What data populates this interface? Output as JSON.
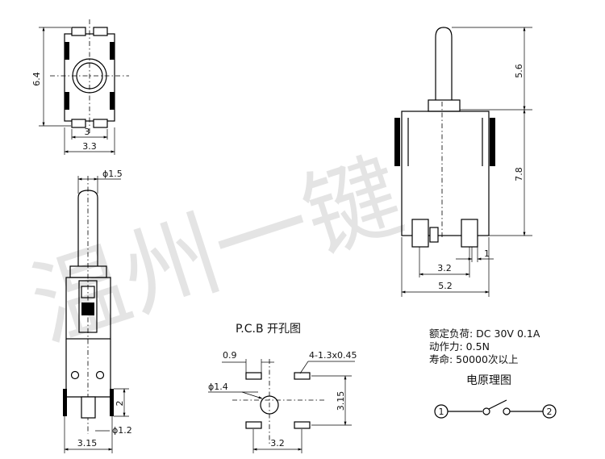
{
  "watermark": "温州一键",
  "front_view": {
    "dims": {
      "height": "6.4",
      "inner_width": "3",
      "outer_width": "3.3"
    }
  },
  "side_view": {
    "dims": {
      "lever_dia": "ϕ1.5",
      "pin_dia": "ϕ1.2",
      "pin_pitch": "3.15",
      "pin_len": "2"
    }
  },
  "right_view": {
    "dims": {
      "lever_len": "5.6",
      "body_h": "7.8",
      "pin_w": "1",
      "pin_span": "3.2",
      "overall_w": "5.2"
    }
  },
  "pcb": {
    "title": "P.C.B 开孔图",
    "dims": {
      "slot_gap": "0.9",
      "slots": "4-1.3x0.45",
      "hole": "ϕ1.4",
      "height": "3.15",
      "width": "3.2"
    }
  },
  "specs": [
    "额定负荷: DC 30V 0.1A",
    "动作力: 0.5N",
    "寿命: 50000次以上"
  ],
  "schematic": {
    "title": "电原理图",
    "terminal_1": "1",
    "terminal_2": "2"
  }
}
